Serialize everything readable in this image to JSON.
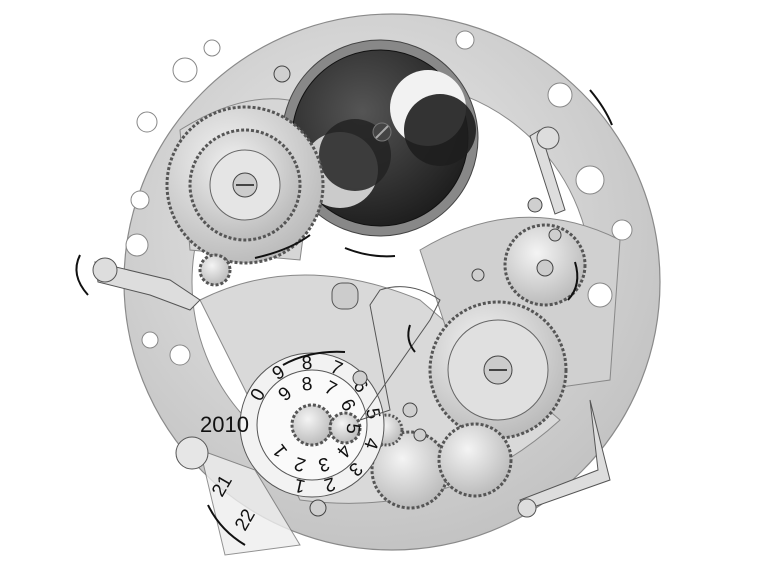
{
  "year_display": {
    "year": "2010"
  },
  "outer_ring_digits": [
    "0",
    "9",
    "8",
    "7",
    "6",
    "5",
    "4",
    "3",
    "2",
    "1"
  ],
  "inner_ring_digits": [
    "9",
    "8",
    "7",
    "6",
    "5",
    "4",
    "3",
    "2",
    "1"
  ],
  "date_digits": [
    "21",
    "22"
  ],
  "colors": {
    "plate": "#d4d4d4",
    "plate_edge": "#8a8a8a",
    "moon_dial": "#2a2a2a",
    "moon": "#f2f2f2",
    "line": "#333333"
  }
}
